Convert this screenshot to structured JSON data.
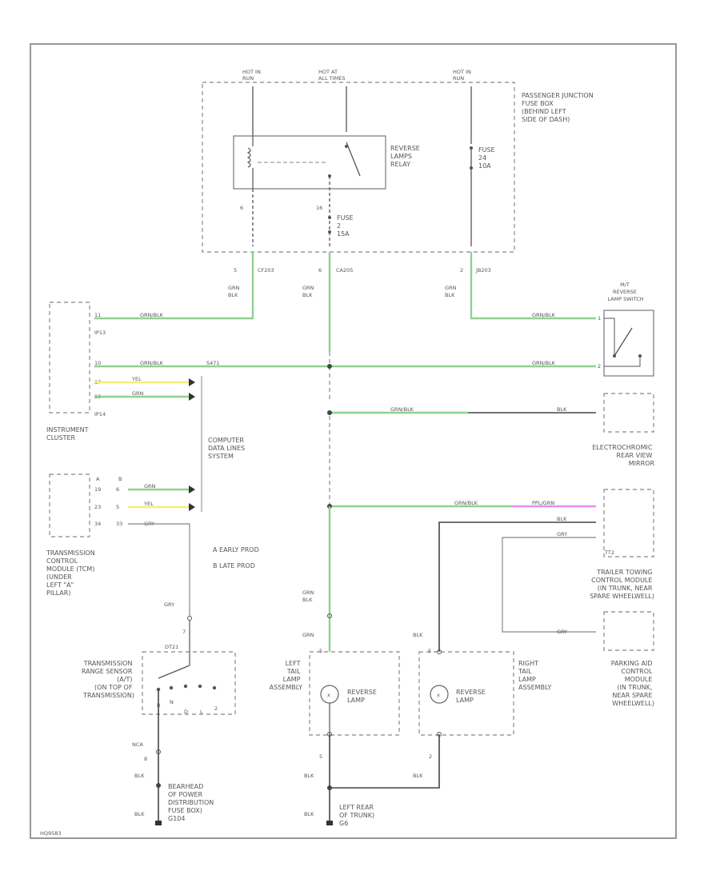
{
  "colors": {
    "frame": "#777777",
    "wire": "#444444",
    "wire_green": "#8fd18f",
    "wire_yellow": "#f0f07a",
    "wire_pink": "#e890e8",
    "dash": "#888888",
    "text": "#555555"
  },
  "labels": {
    "hot1": [
      "HOT IN",
      "RUN"
    ],
    "hot2": [
      "HOT AT",
      "ALL TIMES"
    ],
    "hot3": [
      "HOT IN",
      "RUN"
    ],
    "pjb": [
      "PASSENGER JUNCTION",
      "FUSE BOX",
      "(BEHIND LEFT",
      "SIDE OF DASH)"
    ],
    "relay": [
      "REVERSE",
      "LAMPS",
      "RELAY"
    ],
    "fuse_right": [
      "FUSE",
      "24",
      "10A"
    ],
    "fuse_mid": [
      "FUSE",
      "2",
      "15A"
    ],
    "pin_relay_left": "6",
    "pin_relay_mid": "16",
    "c1_pin": "5",
    "c1": "CF203",
    "c2_pin": "6",
    "c2": "CA205",
    "c3_pin": "2",
    "c3": "JB203",
    "w1": [
      "GRN",
      "BLK"
    ],
    "w2": [
      "GRN",
      "BLK"
    ],
    "w3": [
      "GRN",
      "BLK"
    ],
    "wire_gb": "GRN/BLK",
    "ic": [
      "INSTRUMENT",
      "CLUSTER"
    ],
    "ic_top": "IP13",
    "ic_bot": "IP14",
    "ic_pin1": "11",
    "ic_pin2": "10",
    "ic_pin3": "17",
    "ic_pin4": "18",
    "splice": "S471",
    "yel": "YEL",
    "grn": "GRN",
    "cdl": [
      "COMPUTER",
      "DATA LINES",
      "SYSTEM"
    ],
    "mt": [
      "M/T",
      "REVERSE",
      "LAMP SWITCH"
    ],
    "mt_pin1": "1",
    "mt_pin2": "2",
    "em": [
      "ELECTROCHROMIC",
      "REAR VIEW",
      "MIRROR"
    ],
    "em_wire": "BLK",
    "tcm_ab": [
      "A",
      "B"
    ],
    "tcm_rows": [
      [
        "19",
        "6"
      ],
      [
        "23",
        "5"
      ],
      [
        "34",
        "33"
      ]
    ],
    "tcm": [
      "TRANSMISSION",
      "CONTROL",
      "MODULE (TCM)",
      "(UNDER",
      "LEFT \"A\"",
      "PILLAR)"
    ],
    "legend": [
      "A  EARLY PROD",
      "B  LATE PROD"
    ],
    "pink": "PPL/GRN",
    "blk": "BLK",
    "gry": "GRY",
    "tt2": "TT2",
    "tt": [
      "TRAILER TOWING",
      "CONTROL MODULE",
      "(IN TRUNK, NEAR",
      "SPARE WHEELWELL)"
    ],
    "pa": [
      "PARKING AID",
      "CONTROL",
      "MODULE",
      "(IN TRUNK,",
      "NEAR SPARE",
      "WHEELWELL)"
    ],
    "trs_pin": "7",
    "trs_conn": "DT21",
    "trs": [
      "TRANSMISSION",
      "RANGE SENSOR",
      "(A/T)",
      "(ON TOP OF",
      "TRANSMISSION)"
    ],
    "trs_letters": [
      "R",
      "N",
      "D",
      "L",
      "2"
    ],
    "trs_bot_pin": "8",
    "nca": "NCA",
    "lt": [
      "LEFT",
      "TAIL",
      "LAMP",
      "ASSEMBLY"
    ],
    "rt": [
      "RIGHT",
      "TAIL",
      "LAMP",
      "ASSEMBLY"
    ],
    "rl": [
      "REVERSE",
      "LAMP"
    ],
    "lamp_top_pin": "5",
    "lamp_bot_pin": "5",
    "rlamp_bot_pin": "2",
    "g1": [
      "BEARHEAD",
      "OF POWER",
      "DISTRIBUTION",
      "FUSE BOX)",
      "G104"
    ],
    "g2": [
      "LEFT REAR",
      "OF TRUNK)",
      "G6"
    ],
    "diag_id": "HQ9583"
  }
}
